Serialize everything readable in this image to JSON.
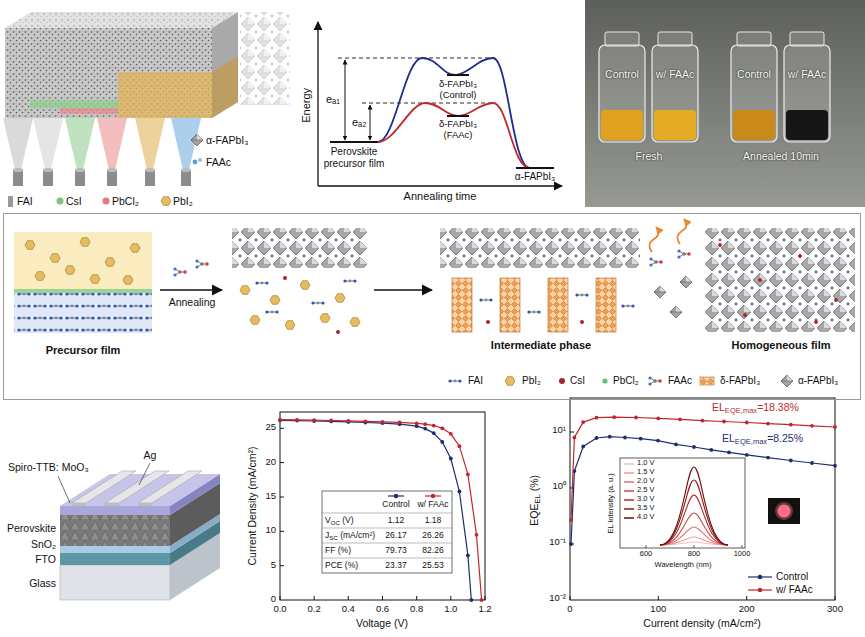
{
  "diagram": {
    "nodes": [
      {
        "text": [
          "Control",
          "w/ FAAc",
          "Fresh",
          "Control",
          "w/ FAAc",
          "Annealed 10min"
        ]
      },
      {
        "text": [
          "Precursor film",
          "Annealing",
          "Intermediate phase",
          "Homogeneous film"
        ]
      }
    ],
    "labels": [
      "Energy",
      "Annealing time",
      "eₐ₁",
      "eₐ₂",
      "δ-FAPbI₃",
      "(Control)",
      "δ-FAPbI₃",
      "(FAAc)",
      "Perovskite precursor film",
      "α-FAPbI₃",
      "Ag",
      "Spiro-TTB: MoO₃",
      "Perovskite",
      "SnO₂",
      "FTO",
      "Glass",
      "Current Density (mA/cm²)",
      "Voltage (V)",
      "0.0",
      "0.2",
      "0.4",
      "0.6",
      "0.8",
      "1.0",
      "1.2",
      "0",
      "5",
      "10",
      "15",
      "20",
      "25",
      "Control",
      "w/ FAAc",
      "V",
      "OC",
      "(V)",
      "1.12",
      "1.18",
      "J",
      "SC",
      "(mA/cm²)",
      "26.17",
      "26.26",
      "FF (%)",
      "79.73",
      "82.26",
      "PCE (%)",
      "23.37",
      "25.53",
      "EQE",
      "EL",
      "(%)",
      "Current density (mA/cm²)",
      "0",
      "100",
      "200",
      "300",
      "10⁻²",
      "10⁻¹",
      "10⁰",
      "10¹",
      "EL",
      "EQE,max",
      "=18.38%",
      "EL",
      "EQE,max",
      "=8.25%",
      "EL intensity (a. u.)",
      "Wavelength (nm)",
      "600",
      "800",
      "1000"
    ],
    "legend": [
      {
        "text": "α-FAPbI₃"
      },
      {
        "text": "FAAc"
      },
      {
        "text": "FAI"
      },
      {
        "text": "CsI"
      },
      {
        "text": "PbCl₂"
      },
      {
        "text": "PbI₂"
      },
      {
        "text": "FAI"
      },
      {
        "text": "PbI₂"
      },
      {
        "text": "CsI"
      },
      {
        "text": "PbCl₂"
      },
      {
        "text": "FAAc"
      },
      {
        "text": "δ-FAPbI₃"
      },
      {
        "text": "α-FAPbI₃"
      },
      {
        "text": "1.0 V"
      },
      {
        "text": "1.5 V"
      },
      {
        "text": "2.0 V"
      },
      {
        "text": "2.5 V"
      },
      {
        "text": "3.0 V"
      },
      {
        "text": "3.5 V"
      },
      {
        "text": "4.0 V"
      },
      {
        "text": "Control"
      },
      {
        "text": "w/ FAAc"
      }
    ]
  }
}
